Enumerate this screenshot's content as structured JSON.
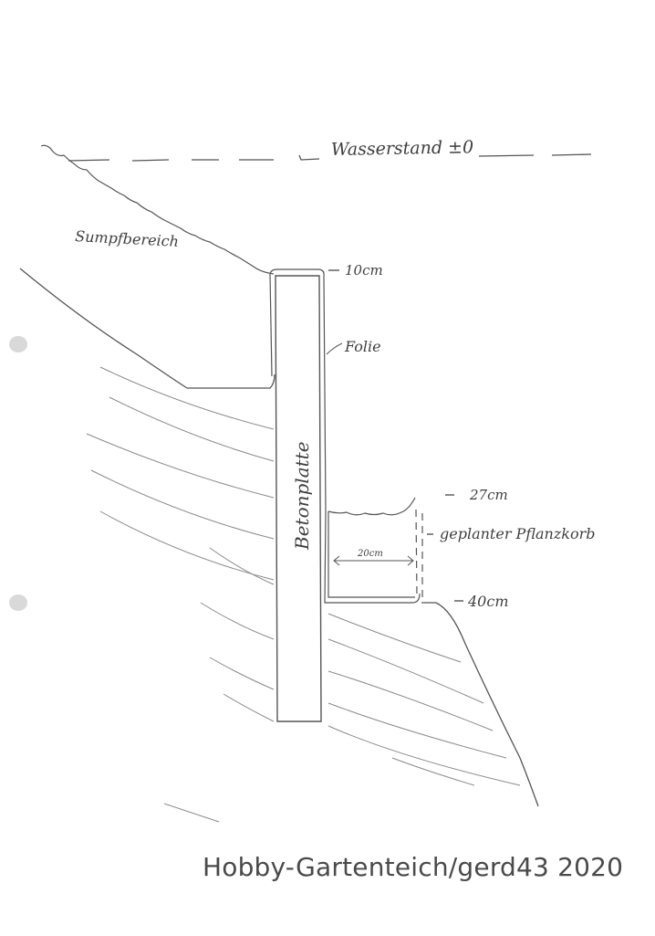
{
  "labels": {
    "water_level": "Wasserstand ±0",
    "marsh_zone": "Sumpfbereich",
    "depth_top": "10cm",
    "liner": "Folie",
    "concrete_slab": "Betonplatte",
    "depth_mid": "27cm",
    "planted_basket": "geplanter Pflanzkorb",
    "width": "20cm",
    "depth_bottom": "40cm"
  },
  "watermark": "Hobby-Gartenteich/gerd43 2020"
}
